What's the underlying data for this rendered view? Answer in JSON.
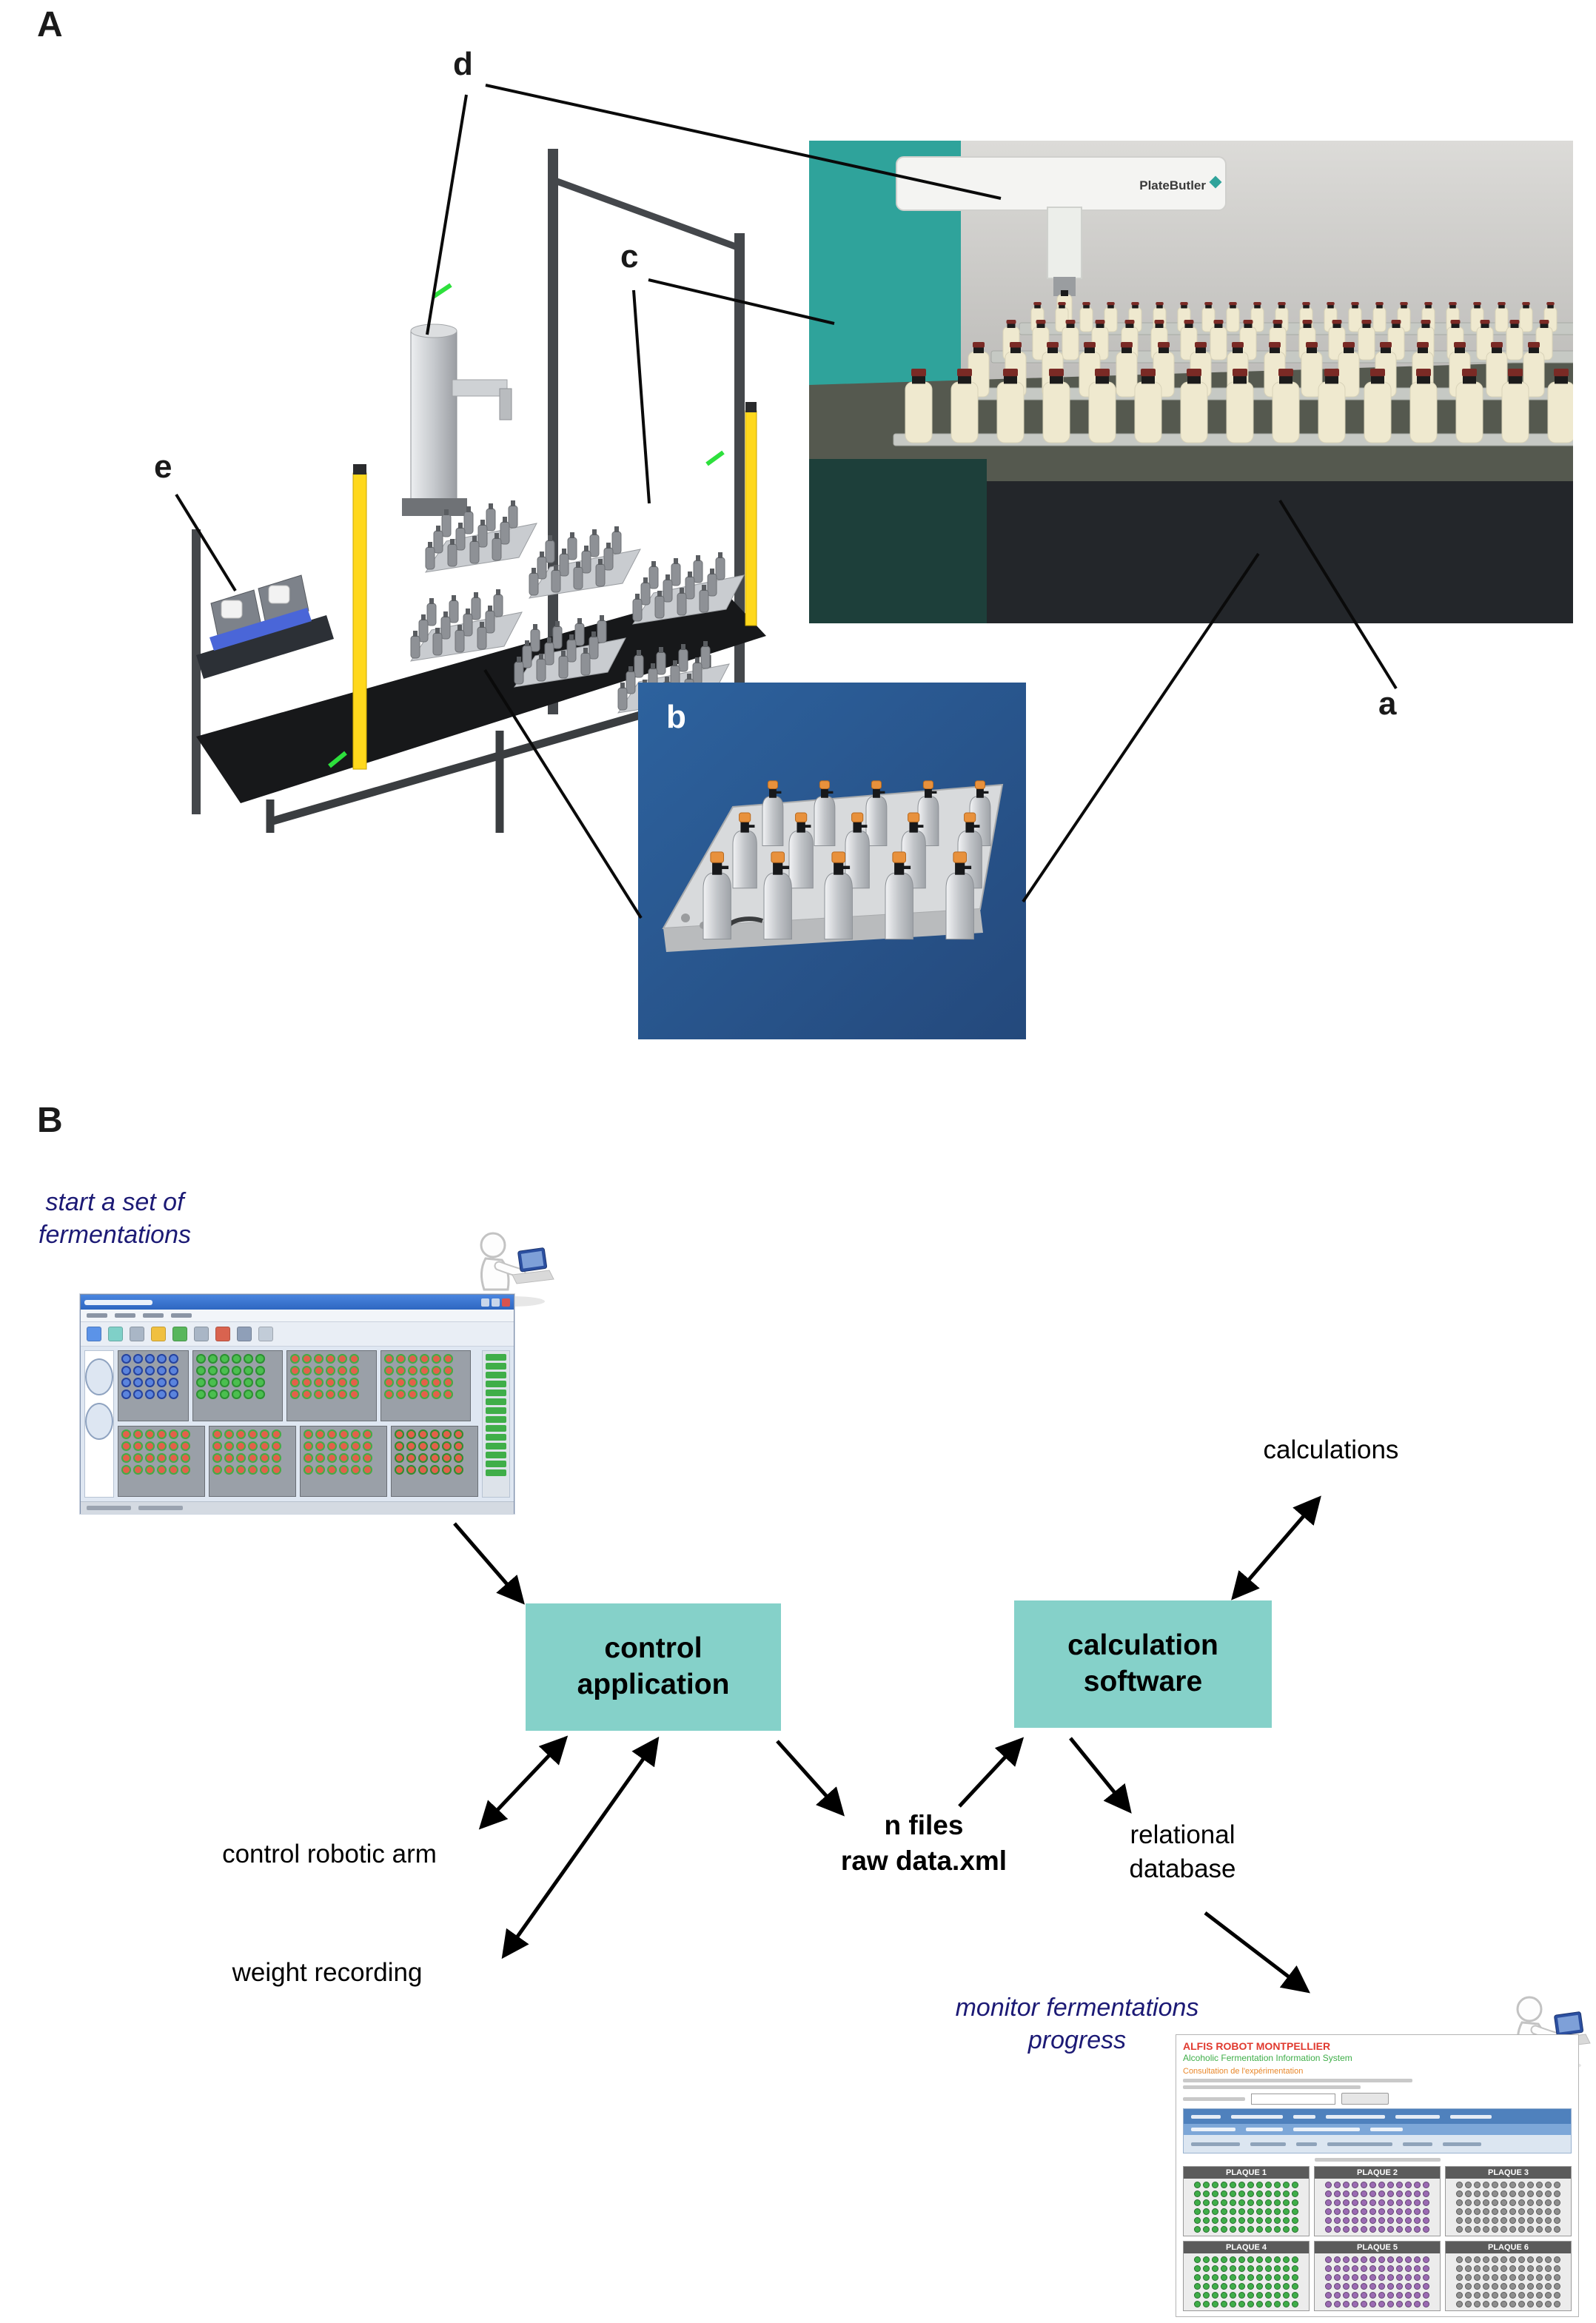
{
  "figure": {
    "panel_a_label": "A",
    "panel_b_label": "B"
  },
  "panel_a": {
    "callouts": {
      "a": "a",
      "b": "b",
      "c": "c",
      "d": "d",
      "e": "e"
    },
    "photo": {
      "arm_brand": "PlateButler"
    }
  },
  "panel_b": {
    "start_note": {
      "line1": "start a set of",
      "line2": "fermentations"
    },
    "monitor_note": {
      "line1": "monitor fermentations",
      "line2": "progress"
    },
    "control_box": {
      "line1": "control",
      "line2": "application"
    },
    "calc_box": {
      "line1": "calculation",
      "line2": "software"
    },
    "labels": {
      "calculations": "calculations",
      "control_robotic_arm": "control robotic arm",
      "weight_recording": "weight recording",
      "n_files_line1": "n files",
      "n_files_line2": "raw data.xml",
      "relational_line1": "relational",
      "relational_line2": "database"
    },
    "control_app": {
      "well_rows": [
        [
          {
            "fill": "#5b84dd",
            "ring": "#27439c",
            "cols": 5
          },
          {
            "fill": "#4bbf4f",
            "ring": "#2d8f33",
            "cols": 6
          },
          {
            "fill": "#e4604a",
            "ring": "#3fae49",
            "cols": 6
          },
          {
            "fill": "#e4604a",
            "ring": "#3fae49",
            "cols": 6
          }
        ],
        [
          {
            "fill": "#e4604a",
            "ring": "#3fae49",
            "cols": 6
          },
          {
            "fill": "#e4604a",
            "ring": "#3fae49",
            "cols": 6
          },
          {
            "fill": "#e4604a",
            "ring": "#3fae49",
            "cols": 6
          },
          {
            "fill": "#e4604a",
            "ring": "#2d8f33",
            "cols": 6
          }
        ]
      ],
      "sidebar_button_color": "#3fae49"
    },
    "alfis": {
      "title": "ALFIS ROBOT MONTPELLIER",
      "subtitle": "Alcoholic Fermentation Information System",
      "section": "Consultation de l'expérimentation",
      "plaques": [
        {
          "name": "PLAQUE 1",
          "dot": "#3fae49"
        },
        {
          "name": "PLAQUE 2",
          "dot": "#9b6bb3"
        },
        {
          "name": "PLAQUE 3",
          "dot": "#8f8f8f"
        },
        {
          "name": "PLAQUE 4",
          "dot": "#3fae49"
        },
        {
          "name": "PLAQUE 5",
          "dot": "#9b6bb3"
        },
        {
          "name": "PLAQUE 6",
          "dot": "#8f8f8f"
        }
      ]
    }
  }
}
